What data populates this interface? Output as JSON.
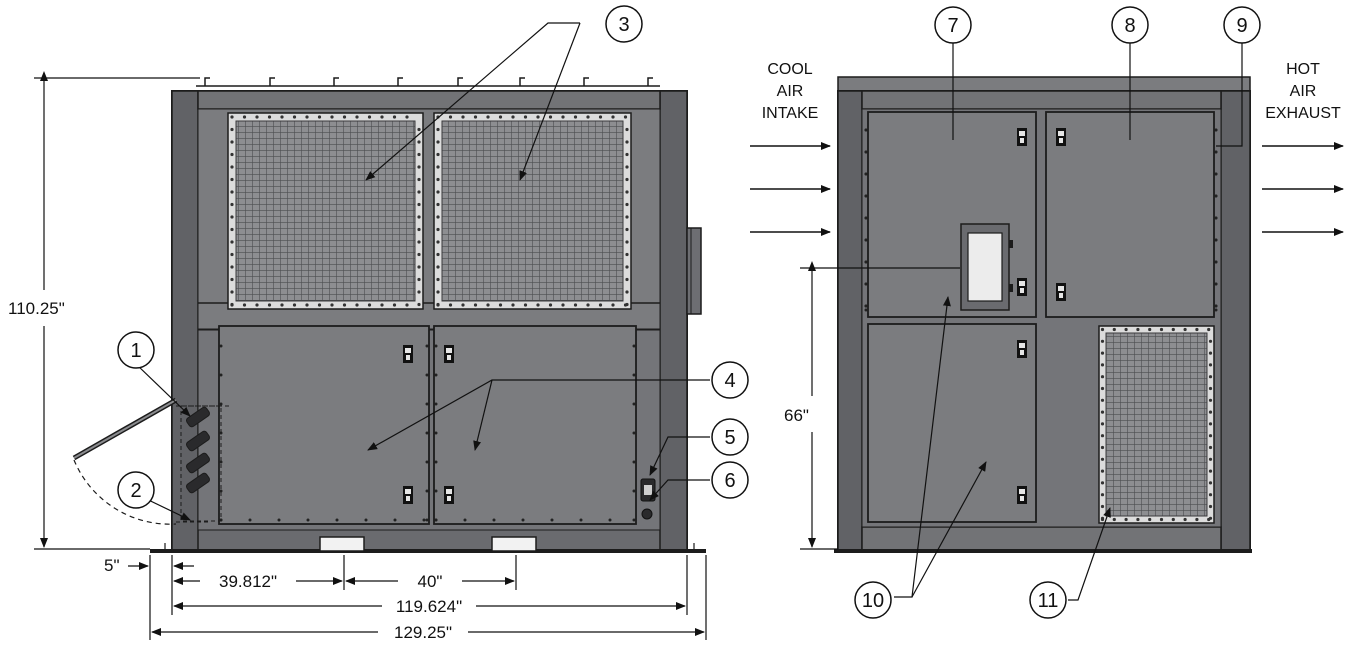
{
  "callouts": [
    "1",
    "2",
    "3",
    "4",
    "5",
    "6",
    "7",
    "8",
    "9",
    "10",
    "11"
  ],
  "dimensions": {
    "height_total": "110.25\"",
    "height_door": "66\"",
    "offset_left": "5\"",
    "span_a": "39.812\"",
    "span_b": "40\"",
    "width_inner": "119.624\"",
    "width_total": "129.25\""
  },
  "labels": {
    "intake_line1": "COOL",
    "intake_line2": "AIR",
    "intake_line3": "INTAKE",
    "exhaust_line1": "HOT",
    "exhaust_line2": "AIR",
    "exhaust_line3": "EXHAUST"
  },
  "colors": {
    "body": "#7b7c7f",
    "frame": "#616266",
    "outline": "#1c1c1c",
    "grille": "#8a8b8e",
    "grille_border": "#dcdcdc"
  }
}
